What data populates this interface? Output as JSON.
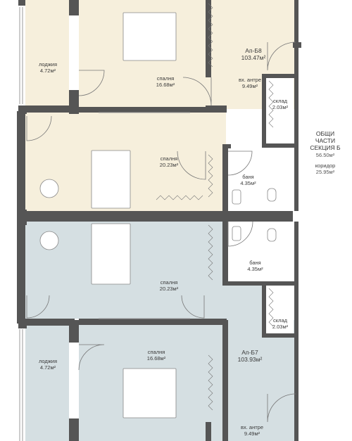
{
  "colors": {
    "apt_b8": "#f6efdc",
    "apt_b7": "#d5dfe2",
    "wall": "#555555",
    "common": "#ffffff"
  },
  "rooms": {
    "loggia_top": {
      "name": "лоджия",
      "area": "4.72м²"
    },
    "bedroom_top": {
      "name": "спалня",
      "area": "16.68м²"
    },
    "apt_b8": {
      "name": "Ап-Б8",
      "area": "103.47м²"
    },
    "hall_b8": {
      "name": "вх. антре",
      "area": "9.49м²"
    },
    "storage_b8": {
      "name": "склад",
      "area": "2.03м²"
    },
    "bedroom_b8_2": {
      "name": "спалня",
      "area": "20.23м²"
    },
    "bath_b8": {
      "name": "баня",
      "area": "4.35м²"
    },
    "bedroom_b7_1": {
      "name": "спалня",
      "area": "20.23м²"
    },
    "bath_b7": {
      "name": "баня",
      "area": "4.35м²"
    },
    "storage_b7": {
      "name": "склад",
      "area": "2.03м²"
    },
    "loggia_bottom": {
      "name": "лоджия",
      "area": "4.72м²"
    },
    "bedroom_bottom": {
      "name": "спалня",
      "area": "16.68м²"
    },
    "apt_b7": {
      "name": "Ап-Б7",
      "area": "103.93м²"
    },
    "hall_b7": {
      "name": "вх. антре",
      "area": "9.49м²"
    }
  },
  "common": {
    "line1": "ОБЩИ",
    "line2": "ЧАСТИ",
    "line3": "СЕКЦИЯ Б",
    "area": "56.50м²",
    "corridor_name": "коридор",
    "corridor_area": "25.95м²"
  }
}
